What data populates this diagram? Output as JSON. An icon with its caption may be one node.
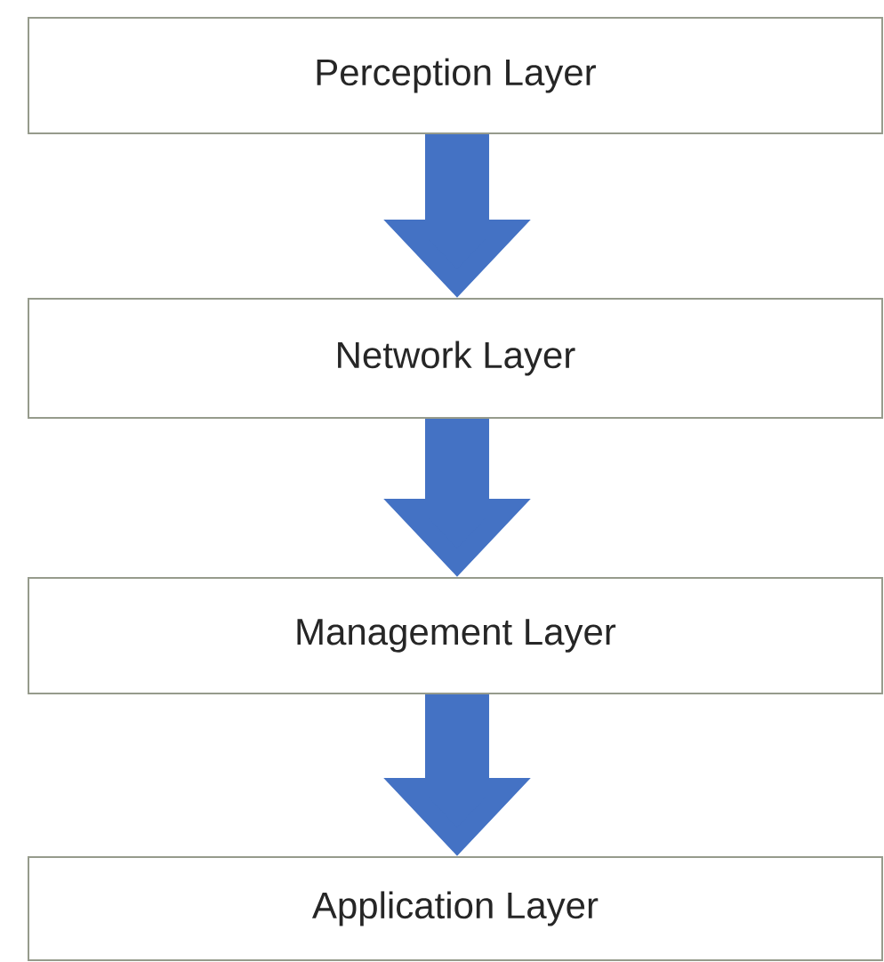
{
  "diagram": {
    "nodes": [
      {
        "text": [
          "Perception Layer"
        ]
      },
      {
        "text": [
          "Network Layer"
        ]
      },
      {
        "text": [
          "Management Layer"
        ]
      },
      {
        "text": [
          "Application Layer"
        ]
      }
    ],
    "edges": [
      {
        "from": 0,
        "to": 1,
        "arrow": "to"
      },
      {
        "from": 1,
        "to": 2,
        "arrow": "to"
      },
      {
        "from": 2,
        "to": 3,
        "arrow": "to"
      }
    ]
  }
}
